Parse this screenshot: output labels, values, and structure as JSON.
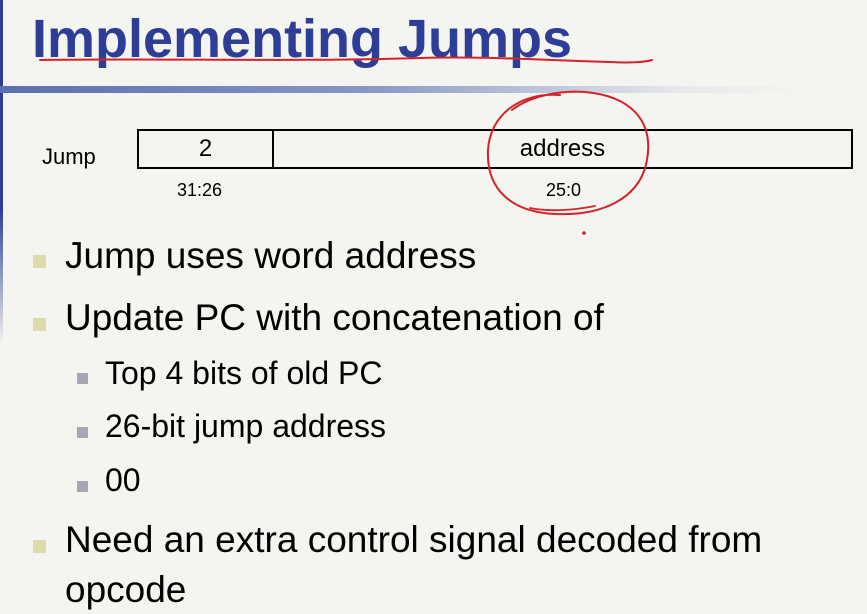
{
  "slide": {
    "title": "Implementing Jumps"
  },
  "instruction_format": {
    "label": "Jump",
    "fields": [
      {
        "value": "2",
        "bits": "31:26"
      },
      {
        "value": "address",
        "bits": "25:0"
      }
    ]
  },
  "bullets": [
    {
      "text": "Jump uses word address"
    },
    {
      "text": "Update PC with concatenation of",
      "sub": [
        {
          "text": "Top 4 bits of old PC"
        },
        {
          "text": "26-bit jump address"
        },
        {
          "text": "00"
        }
      ]
    },
    {
      "text_line1": "Need an extra control signal decoded from",
      "text_line2": "opcode"
    }
  ],
  "colors": {
    "title": "#2e3d96",
    "annotation_ink": "#d2232a",
    "bullet_primary": "#dcdcab",
    "bullet_secondary": "#a6a6b5"
  }
}
